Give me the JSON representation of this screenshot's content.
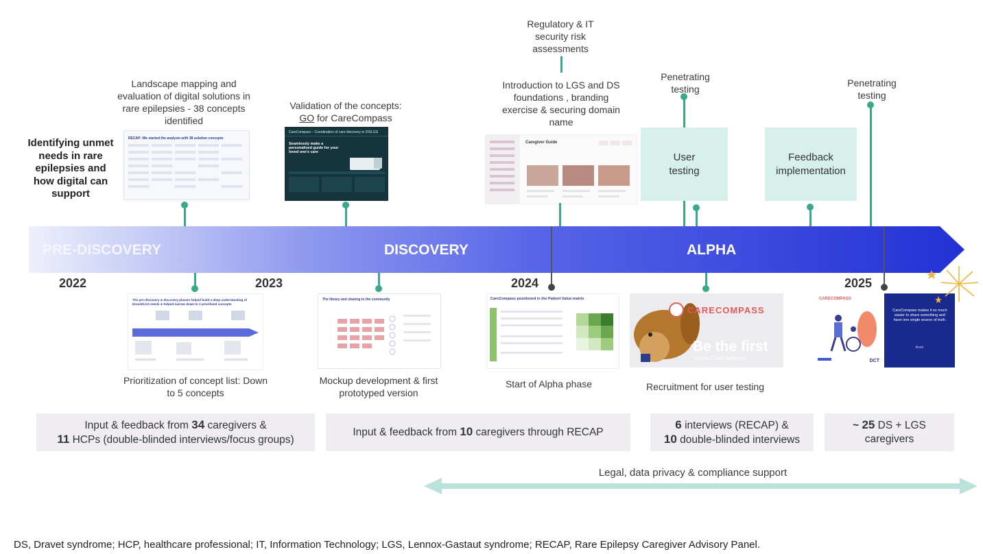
{
  "title_left": "Identifying unmet needs in rare epilepsies and how digital can support",
  "phases": {
    "pre": "PRE-DISCOVERY",
    "discovery": "DISCOVERY",
    "alpha": "ALPHA"
  },
  "years": {
    "y2022": "2022",
    "y2023": "2023",
    "y2024": "2024",
    "y2025": "2025"
  },
  "top_items": {
    "landscape": "Landscape mapping and evaluation of digital solutions in rare epilepsies - 38 concepts identified",
    "validation_line1": "Validation of the concepts:",
    "validation_go": "GO",
    "validation_rest": " for CareCompass",
    "regulatory": "Regulatory & IT security risk assessments",
    "introduction": "Introduction to LGS and DS foundations , branding exercise & securing domain name",
    "pen1": "Penetrating testing",
    "pen2": "Penetrating testing",
    "user_testing": "User testing",
    "feedback_impl": "Feedback implementation"
  },
  "bottom_items": {
    "prioritization": "Prioritization of concept list: Down to 5 concepts",
    "mockup": "Mockup development & first prototyped version",
    "start_alpha": "Start of Alpha phase",
    "recruitment": "Recruitment for user testing"
  },
  "gray_boxes": {
    "box1_a": "Input & feedback from ",
    "box1_n1": "34",
    "box1_b": " caregivers &",
    "box1_n2": "11",
    "box1_c": " HCPs (double-blinded interviews/focus groups)",
    "box2_a": "Input & feedback from ",
    "box2_n": "10",
    "box2_b": " caregivers through RECAP",
    "box3_n1": "6",
    "box3_a": " interviews (RECAP) &",
    "box3_n2": "10",
    "box3_b": " double-blinded interviews",
    "box4_a": "~ ",
    "box4_n": "25",
    "box4_b": " DS + LGS",
    "box4_c": "caregivers"
  },
  "legal": "Legal, data privacy & compliance support",
  "footnote": "DS, Dravet syndrome; HCP, healthcare professional; IT, Information Technology; LGS, Lennox-Gastaut syndrome; RECAP, Rare Epilepsy Caregiver Advisory Panel.",
  "thumbs": {
    "slide1_title": "RECAP: We started the analysis with 38 solution concepts",
    "slide2_title": "CareCompass – Coordination of care discovery in DS/LGS",
    "slide2_sub": "Seamlessly make a personalised guide for your loved one's care",
    "slide3_title": "Caregiver Guide",
    "slide4_title": "The pre-discovery & discovery phases helped build a deep understanding of Dravet/LGS needs & helped narrow down to 3 prioritised concepts",
    "slide5_title": "The library and sharing to the community",
    "slide6_title": "CareCompass positioned in the Patient Value matrix",
    "brand": "CARECOMPASS",
    "be_first": "Be the first",
    "be_first_sub": "to test CareCompass",
    "quote": "CareCompass makes it so much easier to share something and have one single source of truth.",
    "quote_by": "Anon",
    "dct": "DCT"
  },
  "colors": {
    "teal": "#3aa88a",
    "box_teal": "#d8f0ec",
    "gray_box": "#efedf1",
    "arrow_end": "#2a35d6"
  }
}
